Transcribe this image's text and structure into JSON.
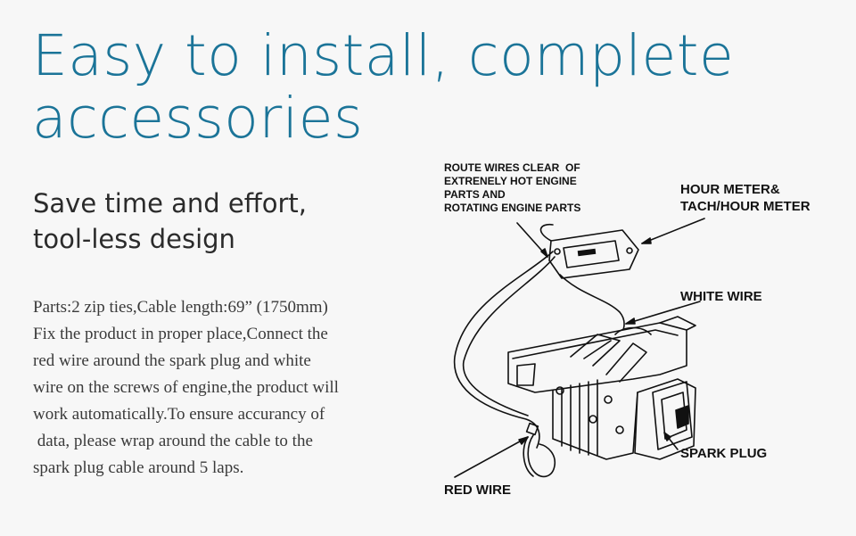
{
  "headline": {
    "line1": "Easy to install, complete",
    "line2": "accessories"
  },
  "subhead": {
    "line1": "Save time and effort,",
    "line2": "tool-less design"
  },
  "body": {
    "lines": [
      "Parts:2 zip ties,Cable length:69” (1750mm)",
      "Fix the product in proper place,Connect the",
      "red wire around the spark plug and white",
      "wire on the screws of engine,the product will",
      "work automatically.To ensure accurancy of",
      " data, please wrap around the cable to the",
      "spark plug cable around 5 laps."
    ]
  },
  "diagram": {
    "labels": {
      "route_wires": [
        "ROUTE WIRES CLEAR  OF",
        "EXTRENELY HOT ENGINE",
        "PARTS AND",
        "ROTATING ENGINE PARTS"
      ],
      "hour_meter": [
        "HOUR METER&",
        "TACH/HOUR METER"
      ],
      "white_wire": "WHITE WIRE",
      "spark_plug": "SPARK PLUG",
      "red_wire": "RED WIRE"
    }
  },
  "colors": {
    "headline": "#1b7498",
    "background": "#f7f7f7",
    "text": "#2b2b2b"
  }
}
